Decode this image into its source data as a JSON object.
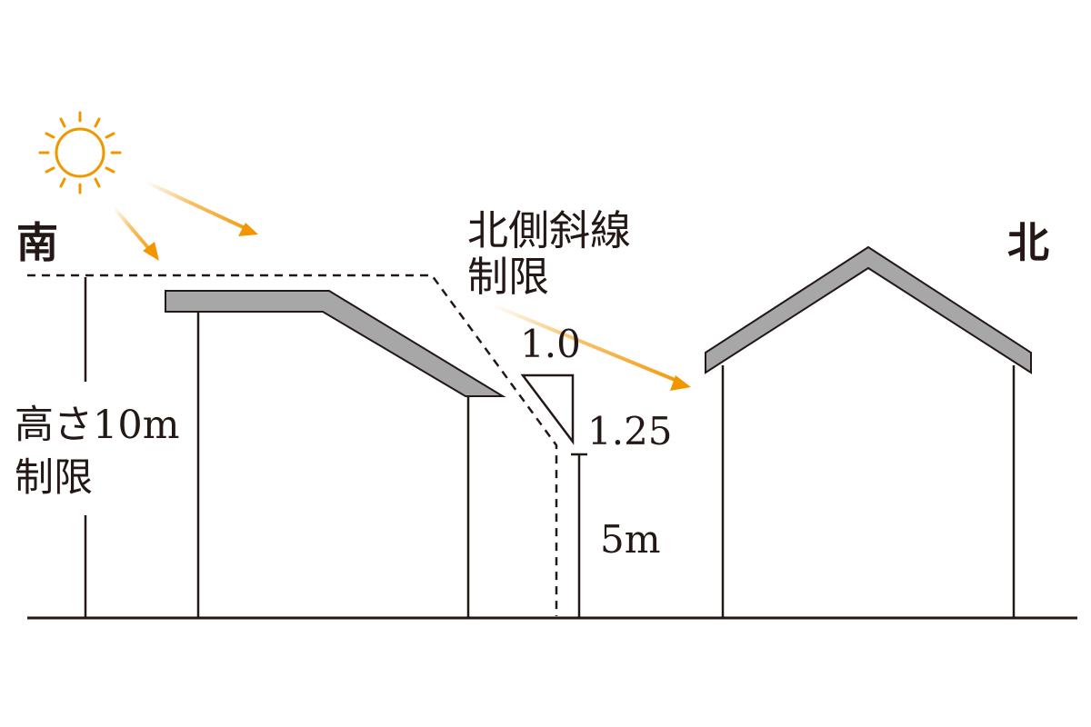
{
  "labels": {
    "south": "南",
    "north": "北",
    "north_slope_line1": "北側斜線",
    "north_slope_line2": "制限",
    "height_limit_line1": "高さ10m",
    "height_limit_line2": "制限",
    "ratio_horizontal": "1.0",
    "ratio_vertical": "1.25",
    "base_height": "5m"
  },
  "icons": {
    "sun": "sun-icon",
    "rays": "sun-ray-arrow-icon"
  },
  "colors": {
    "line": "#231815",
    "roof_fill": "#a7a7a7",
    "sun": "#f29600",
    "background": "#ffffff"
  }
}
